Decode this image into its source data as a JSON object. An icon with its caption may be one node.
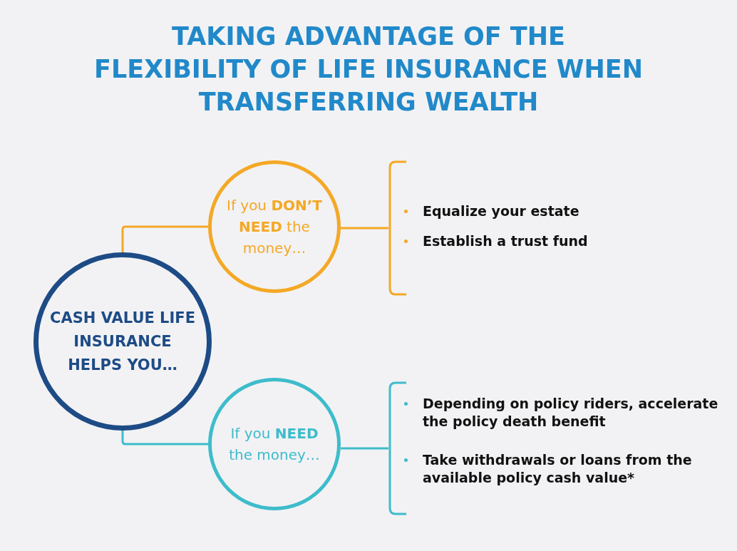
{
  "diagram": {
    "title": "TAKING ADVANTAGE OF THE FLEXIBILITY OF LIFE INSURANCE WHEN TRANSFERRING WEALTH",
    "nodes": [
      {
        "text": [
          "CASH VALUE LIFE INSURANCE HELPS YOU…"
        ]
      },
      {
        "text": [
          "If you **DON’T NEED** the money…"
        ]
      },
      {
        "text": [
          "Equalize your estate",
          "Establish a trust fund"
        ]
      },
      {
        "text": [
          "If you **NEED** the money…"
        ]
      },
      {
        "text": [
          "Depending on policy riders, accelerate the policy death benefit",
          "Take withdrawals or loans from the available policy cash value*"
        ]
      }
    ],
    "edges": [
      {
        "from": 0,
        "to": 1,
        "arrow": "none",
        "color": "#f4a825"
      },
      {
        "from": 1,
        "to": 2,
        "arrow": "none",
        "color": "#f4a825"
      },
      {
        "from": 0,
        "to": 3,
        "arrow": "none",
        "color": "#3dbccb"
      },
      {
        "from": 3,
        "to": 4,
        "arrow": "none",
        "color": "#3dbccb"
      }
    ]
  }
}
